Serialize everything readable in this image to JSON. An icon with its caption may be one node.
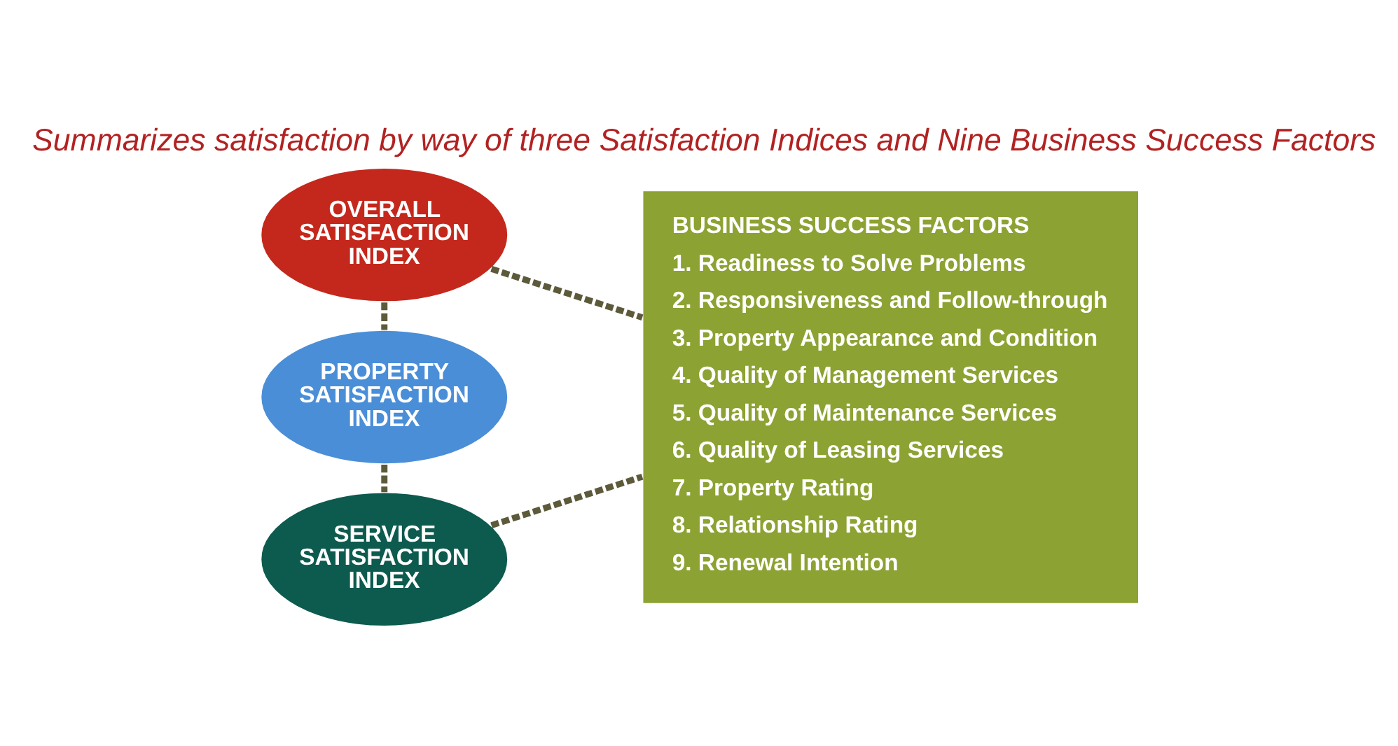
{
  "diagram": {
    "title": "Summarizes satisfaction by way of three Satisfaction Indices and Nine Business Success Factors",
    "nodes": [
      {
        "text": [
          "OVERALL SATISFACTION INDEX"
        ]
      },
      {
        "text": [
          "PROPERTY SATISFACTION INDEX"
        ]
      },
      {
        "text": [
          "SERVICE SATISFACTION INDEX"
        ]
      },
      {
        "text": [
          "BUSINESS SUCCESS FACTORS",
          "1. Readiness to Solve Problems",
          "2. Responsiveness and Follow-through",
          "3. Property Appearance and Condition",
          "4. Quality of Management Services",
          "5. Quality of Maintenance Services",
          "6. Quality of Leasing Services",
          "7. Property Rating",
          "8. Relationship Rating",
          "9. Renewal Intention"
        ]
      }
    ],
    "edges": [
      {
        "from": 0,
        "to": 1,
        "arrow": "none",
        "style": "dashed"
      },
      {
        "from": 1,
        "to": 2,
        "arrow": "none",
        "style": "dashed"
      },
      {
        "from": 0,
        "to": 3,
        "arrow": "none",
        "style": "dashed"
      },
      {
        "from": 2,
        "to": 3,
        "arrow": "none",
        "style": "dashed"
      }
    ]
  }
}
